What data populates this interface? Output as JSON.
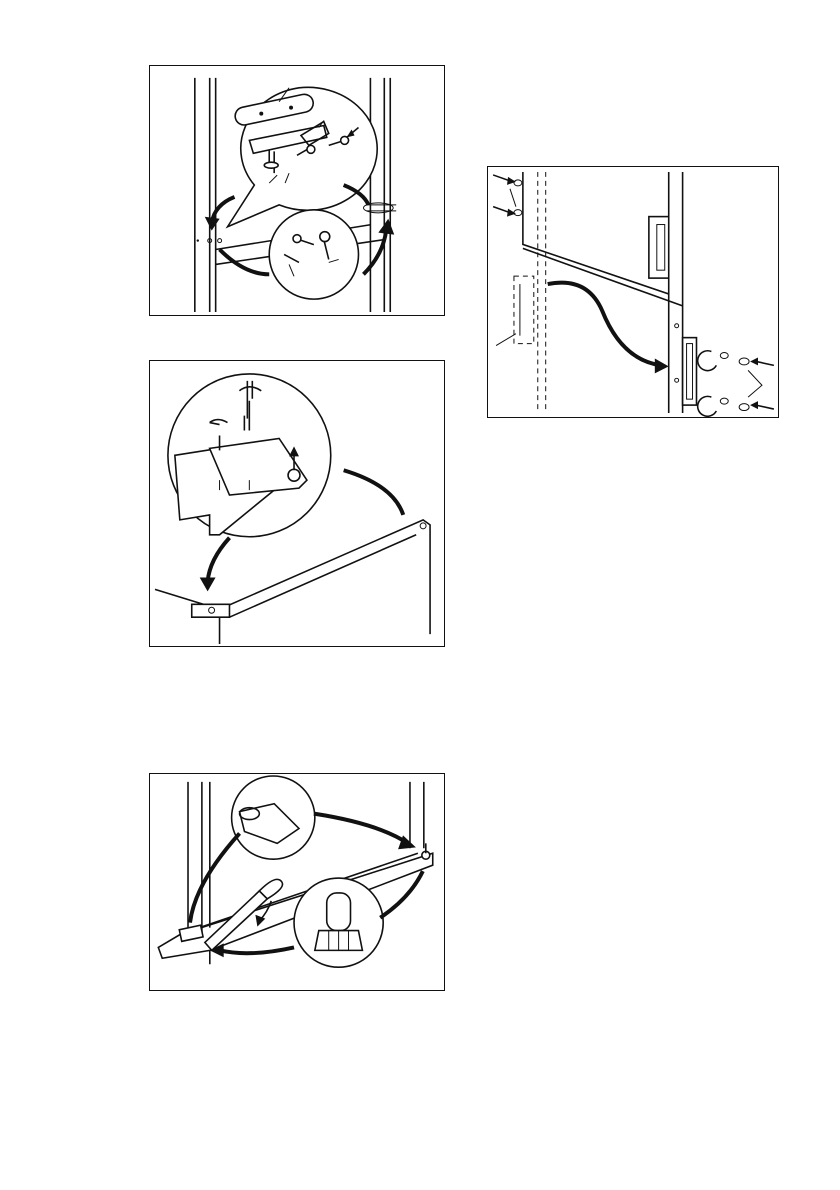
{
  "figures": [
    {
      "id": "fig1",
      "name": "top-hinge-removal-illustration"
    },
    {
      "id": "fig2",
      "name": "top-hinge-transfer-illustration"
    },
    {
      "id": "fig3",
      "name": "bottom-hinge-pin-illustration"
    },
    {
      "id": "fig4",
      "name": "door-handle-swap-illustration"
    }
  ]
}
